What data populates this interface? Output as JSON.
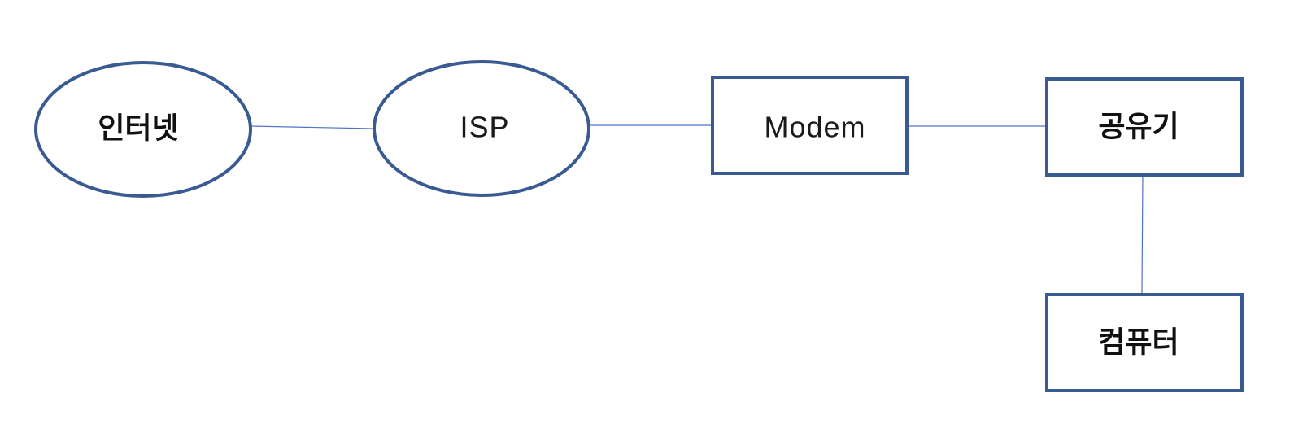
{
  "diagram": {
    "nodes": {
      "internet": {
        "label": "인터넷",
        "shape": "ellipse"
      },
      "isp": {
        "label": "ISP",
        "shape": "ellipse"
      },
      "modem": {
        "label": "Modem",
        "shape": "rectangle"
      },
      "router": {
        "label": "공유기",
        "shape": "rectangle"
      },
      "computer": {
        "label": "컴퓨터",
        "shape": "rectangle"
      }
    },
    "edges": [
      {
        "from": "internet",
        "to": "isp"
      },
      {
        "from": "isp",
        "to": "modem"
      },
      {
        "from": "modem",
        "to": "router"
      },
      {
        "from": "router",
        "to": "computer"
      }
    ],
    "colors": {
      "node_border": "#3a5a92",
      "edge": "#4f74c8",
      "background": "#ffffff",
      "text": "#111111"
    }
  }
}
